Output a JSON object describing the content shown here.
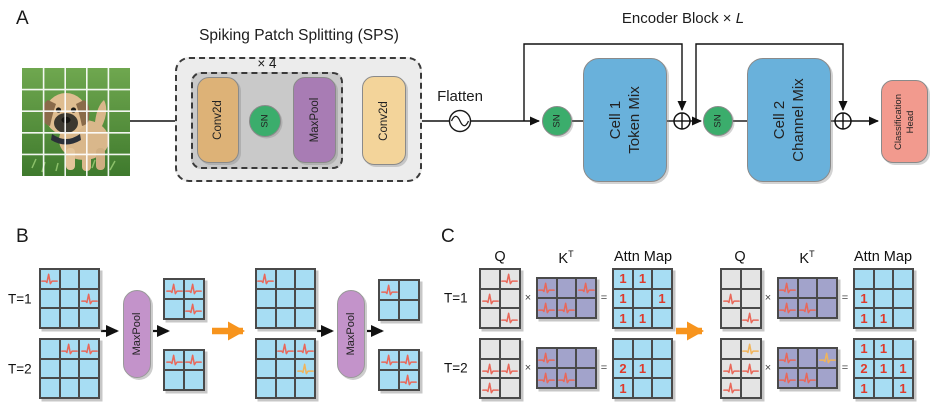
{
  "colors": {
    "spike_red": "#e9685a",
    "spike_yellow": "#f0b45c",
    "attn_number": "#df392a",
    "blue": "#a7ddf3",
    "gray": "#e4e4e4",
    "purple": "#a2a3cb",
    "orange_arrow": "#f7941d",
    "conv_tan": "#ddb277",
    "conv_light": "#f3d49a",
    "sn_green": "#3bad6c",
    "maxpool_purple": "#a87cb4",
    "pill_purple": "#c393ca",
    "cell_blue": "#69b1db",
    "head_pink": "#f29a8e"
  },
  "panel_a": {
    "label": "A",
    "sps": {
      "title": "Spiking Patch Splitting (SPS)",
      "repeat": "× 4",
      "conv1": "Conv2d",
      "sn": "SN",
      "maxpool": "MaxPool",
      "conv2": "Conv2d"
    },
    "flatten": "Flatten",
    "encoder": {
      "title_prefix": "Encoder Block × ",
      "title_L": "L",
      "sn1": "SN",
      "cell1_line1": "Cell 1",
      "cell1_line2": "Token Mix",
      "sn2": "SN",
      "cell2_line1": "Cell 2",
      "cell2_line2": "Channel Mix"
    },
    "head_line1": "Classification",
    "head_line2": "Head"
  },
  "panel_b": {
    "label": "B",
    "t1": "T=1",
    "t2": "T=2",
    "maxpool": "MaxPool",
    "groups": [
      {
        "inputs": [
          {
            "rows": 3,
            "cols": 3,
            "bg": "blue",
            "spikes": [
              [
                0,
                0,
                "r"
              ],
              [
                1,
                2,
                "r"
              ]
            ]
          },
          {
            "rows": 3,
            "cols": 3,
            "bg": "blue",
            "spikes": [
              [
                0,
                1,
                "r"
              ],
              [
                0,
                2,
                "r"
              ]
            ]
          }
        ],
        "outputs": [
          {
            "rows": 2,
            "cols": 2,
            "bg": "blue",
            "spikes": [
              [
                0,
                0,
                "r"
              ],
              [
                0,
                1,
                "r"
              ],
              [
                1,
                1,
                "r"
              ]
            ]
          },
          {
            "rows": 2,
            "cols": 2,
            "bg": "blue",
            "spikes": [
              [
                0,
                0,
                "r"
              ],
              [
                0,
                1,
                "r"
              ]
            ]
          }
        ]
      },
      {
        "inputs": [
          {
            "rows": 3,
            "cols": 3,
            "bg": "blue",
            "spikes": [
              [
                0,
                0,
                "r"
              ]
            ]
          },
          {
            "rows": 3,
            "cols": 3,
            "bg": "blue",
            "spikes": [
              [
                0,
                1,
                "r"
              ],
              [
                0,
                2,
                "r"
              ],
              [
                1,
                2,
                "y"
              ]
            ]
          }
        ],
        "outputs": [
          {
            "rows": 2,
            "cols": 2,
            "bg": "blue",
            "spikes": [
              [
                0,
                0,
                "r"
              ]
            ]
          },
          {
            "rows": 2,
            "cols": 2,
            "bg": "blue",
            "spikes": [
              [
                0,
                0,
                "r"
              ],
              [
                0,
                1,
                "r"
              ],
              [
                1,
                1,
                "r"
              ]
            ]
          }
        ]
      }
    ]
  },
  "panel_c": {
    "label": "C",
    "t1": "T=1",
    "t2": "T=2",
    "times": "×",
    "equals": "=",
    "groups": [
      {
        "headers": {
          "q": "Q",
          "kt_base": "K",
          "kt_sup": "T",
          "attn": "Attn Map"
        },
        "rows": [
          {
            "q": {
              "rows": 3,
              "cols": 2,
              "bg": "gray",
              "spikes": [
                [
                  0,
                  1,
                  "r"
                ],
                [
                  1,
                  0,
                  "r"
                ],
                [
                  2,
                  1,
                  "r"
                ]
              ]
            },
            "kt": {
              "rows": 2,
              "cols": 3,
              "bg": "purple",
              "spikes": [
                [
                  0,
                  0,
                  "r"
                ],
                [
                  0,
                  2,
                  "r"
                ],
                [
                  1,
                  0,
                  "r"
                ],
                [
                  1,
                  1,
                  "r"
                ]
              ]
            },
            "attn": {
              "rows": 3,
              "cols": 3,
              "bg": "blue",
              "values": [
                [
                  "1",
                  "1",
                  ""
                ],
                [
                  "1",
                  "",
                  "1"
                ],
                [
                  "1",
                  "1",
                  ""
                ]
              ]
            }
          },
          {
            "q": {
              "rows": 3,
              "cols": 2,
              "bg": "gray",
              "spikes": [
                [
                  1,
                  0,
                  "r"
                ],
                [
                  1,
                  1,
                  "r"
                ],
                [
                  2,
                  0,
                  "r"
                ]
              ]
            },
            "kt": {
              "rows": 2,
              "cols": 3,
              "bg": "purple",
              "spikes": [
                [
                  0,
                  0,
                  "r"
                ],
                [
                  1,
                  0,
                  "r"
                ],
                [
                  1,
                  1,
                  "r"
                ]
              ]
            },
            "attn": {
              "rows": 3,
              "cols": 3,
              "bg": "blue",
              "values": [
                [
                  "",
                  "",
                  ""
                ],
                [
                  "2",
                  "1",
                  ""
                ],
                [
                  "1",
                  "",
                  ""
                ]
              ]
            }
          }
        ]
      },
      {
        "headers": {
          "q": "Q",
          "kt_base": "K",
          "kt_sup": "T",
          "attn": "Attn Map"
        },
        "rows": [
          {
            "q": {
              "rows": 3,
              "cols": 2,
              "bg": "gray",
              "spikes": [
                [
                  1,
                  0,
                  "r"
                ],
                [
                  2,
                  1,
                  "r"
                ]
              ]
            },
            "kt": {
              "rows": 2,
              "cols": 3,
              "bg": "purple",
              "spikes": [
                [
                  0,
                  0,
                  "r"
                ],
                [
                  1,
                  0,
                  "r"
                ],
                [
                  1,
                  1,
                  "r"
                ]
              ]
            },
            "attn": {
              "rows": 3,
              "cols": 3,
              "bg": "blue",
              "values": [
                [
                  "",
                  "",
                  ""
                ],
                [
                  "1",
                  "",
                  ""
                ],
                [
                  "1",
                  "1",
                  ""
                ]
              ]
            }
          },
          {
            "q": {
              "rows": 3,
              "cols": 2,
              "bg": "gray",
              "spikes": [
                [
                  0,
                  1,
                  "y"
                ],
                [
                  1,
                  0,
                  "r"
                ],
                [
                  1,
                  1,
                  "r"
                ],
                [
                  2,
                  0,
                  "r"
                ]
              ]
            },
            "kt": {
              "rows": 2,
              "cols": 3,
              "bg": "purple",
              "spikes": [
                [
                  0,
                  0,
                  "r"
                ],
                [
                  0,
                  2,
                  "y"
                ],
                [
                  1,
                  0,
                  "r"
                ],
                [
                  1,
                  1,
                  "r"
                ]
              ]
            },
            "attn": {
              "rows": 3,
              "cols": 3,
              "bg": "blue",
              "values": [
                [
                  "1",
                  "1",
                  ""
                ],
                [
                  "2",
                  "1",
                  "1"
                ],
                [
                  "1",
                  "",
                  "1"
                ]
              ]
            }
          }
        ]
      }
    ]
  }
}
